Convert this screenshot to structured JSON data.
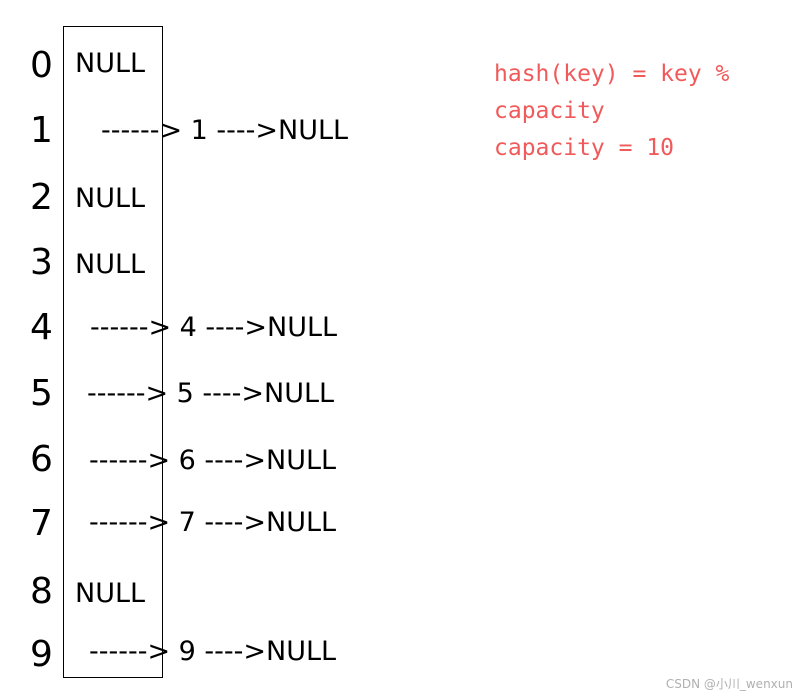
{
  "colors": {
    "text": "#000000",
    "note": "#f05a5a",
    "watermark": "#b0b0b0"
  },
  "buckets": [
    {
      "index": "0",
      "cell": "NULL",
      "chain": ""
    },
    {
      "index": "1",
      "cell": "",
      "chain": "------> 1 ---->NULL"
    },
    {
      "index": "2",
      "cell": "NULL",
      "chain": ""
    },
    {
      "index": "3",
      "cell": "NULL",
      "chain": ""
    },
    {
      "index": "4",
      "cell": "",
      "chain": "------> 4 ---->NULL"
    },
    {
      "index": "5",
      "cell": "",
      "chain": "------> 5 ---->NULL"
    },
    {
      "index": "6",
      "cell": "",
      "chain": "------> 6 ---->NULL"
    },
    {
      "index": "7",
      "cell": "",
      "chain": "------> 7 ---->NULL"
    },
    {
      "index": "8",
      "cell": "NULL",
      "chain": ""
    },
    {
      "index": "9",
      "cell": "",
      "chain": "------> 9 ---->NULL"
    }
  ],
  "note": {
    "lines": [
      "hash(key) = key %",
      "capacity",
      "capacity = 10"
    ]
  },
  "watermark": "CSDN @小川_wenxun"
}
